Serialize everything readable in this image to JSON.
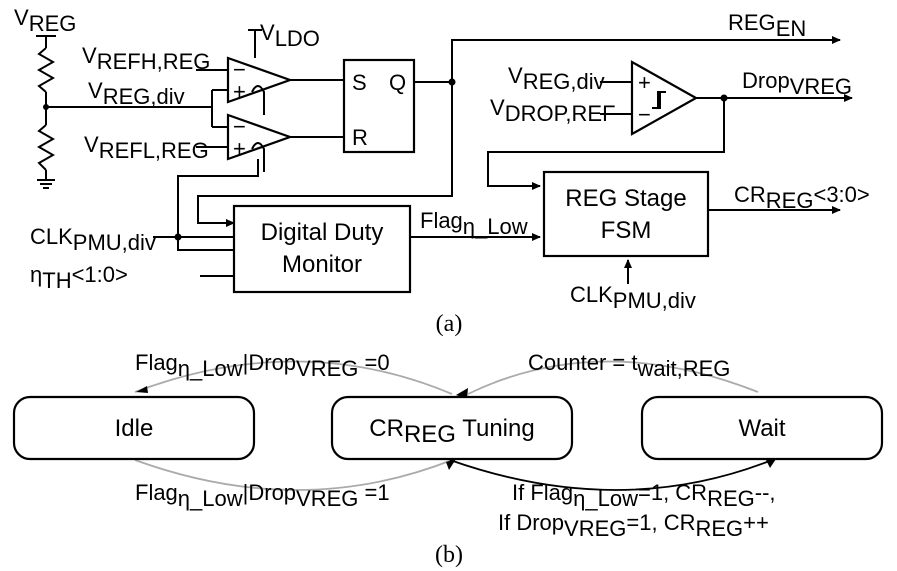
{
  "part_a": {
    "caption": "(a)",
    "vreg": {
      "main": "V",
      "sub": "REG"
    },
    "vldo": {
      "main": "V",
      "sub": "LDO"
    },
    "vrefh": {
      "main": "V",
      "sub": "REFH,REG"
    },
    "vreg_div": {
      "main": "V",
      "sub": "REG,div"
    },
    "vrefl": {
      "main": "V",
      "sub": "REFL,REG"
    },
    "comp_minus": "−",
    "comp_plus": "+",
    "sr_s": "S",
    "sr_q": "Q",
    "sr_r": "R",
    "reg_en": {
      "main": "REG",
      "sub": "EN"
    },
    "vreg_div2": {
      "main": "V",
      "sub": "REG,div"
    },
    "vdrop_ref": {
      "main": "V",
      "sub": "DROP,REF"
    },
    "drop_vreg": {
      "main": "Drop",
      "sub": "VREG"
    },
    "clk_pmu_left": {
      "main": "CLK",
      "sub": "PMU,div"
    },
    "eta_th": {
      "main": "η",
      "sub": "TH",
      "suffix": "<1:0>"
    },
    "ddm_line1": "Digital Duty",
    "ddm_line2": "Monitor",
    "flag_low": {
      "main": "Flag",
      "sub": "η_Low"
    },
    "fsm_line1": "REG Stage",
    "fsm_line2": "FSM",
    "cr_reg_out": {
      "main": "CR",
      "sub": "REG",
      "suffix": "<3:0>"
    },
    "clk_pmu_bottom": {
      "main": "CLK",
      "sub": "PMU,div"
    }
  },
  "part_b": {
    "caption": "(b)",
    "states": {
      "idle": "Idle",
      "tuning_main": "CR",
      "tuning_sub": "REG",
      "tuning_suffix": " Tuning",
      "wait": "Wait"
    },
    "t_top_left": {
      "a": "Flag",
      "as": "η_Low",
      "b": "|Drop",
      "bs": "VREG",
      "c": " =0"
    },
    "t_top_right": {
      "a": "Counter = t",
      "as": "wait,REG"
    },
    "t_bottom_left": {
      "a": "Flag",
      "as": "η_Low",
      "b": "|Drop",
      "bs": "VREG",
      "c": " =1"
    },
    "t_bottom_right_1": {
      "a": "If Flag",
      "as": "η_Low",
      "b": "=1, CR",
      "bs": "REG",
      "c": "--,"
    },
    "t_bottom_right_2": {
      "a": "If Drop",
      "as": "VREG",
      "b": "=1,  CR",
      "bs": "REG",
      "c": "++"
    }
  }
}
